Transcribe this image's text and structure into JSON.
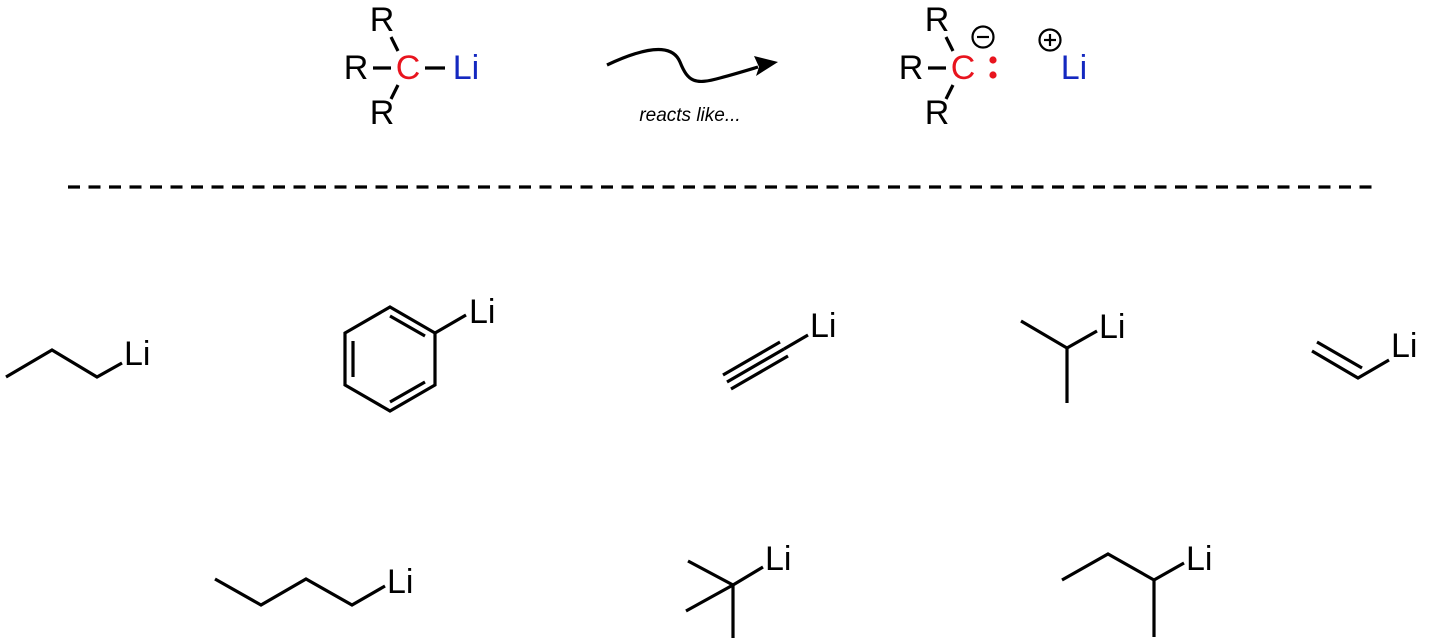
{
  "colors": {
    "carbon": "#e8141e",
    "lithium": "#1428c0",
    "black": "#000000",
    "lone_pair": "#e8141e"
  },
  "reaction": {
    "reactant": {
      "substituent_top": "R",
      "substituent_left": "R",
      "substituent_bottom": "R",
      "central_atom": "C",
      "metal": "Li"
    },
    "arrow_caption": "reacts like...",
    "product": {
      "substituent_top": "R",
      "substituent_left": "R",
      "substituent_bottom": "R",
      "central_atom": "C",
      "anion_charge_symbol": "−",
      "cation_charge_symbol": "+",
      "cation": "Li"
    }
  },
  "examples": [
    {
      "id": "propyl-lithium",
      "metal": "Li"
    },
    {
      "id": "phenyl-lithium",
      "metal": "Li"
    },
    {
      "id": "ethynyl-lithium",
      "metal": "Li"
    },
    {
      "id": "isopropyl-lithium",
      "metal": "Li"
    },
    {
      "id": "vinyl-lithium",
      "metal": "Li"
    },
    {
      "id": "butyl-lithium",
      "metal": "Li"
    },
    {
      "id": "tert-butyl-lithium",
      "metal": "Li"
    },
    {
      "id": "sec-butyl-lithium",
      "metal": "Li"
    }
  ]
}
